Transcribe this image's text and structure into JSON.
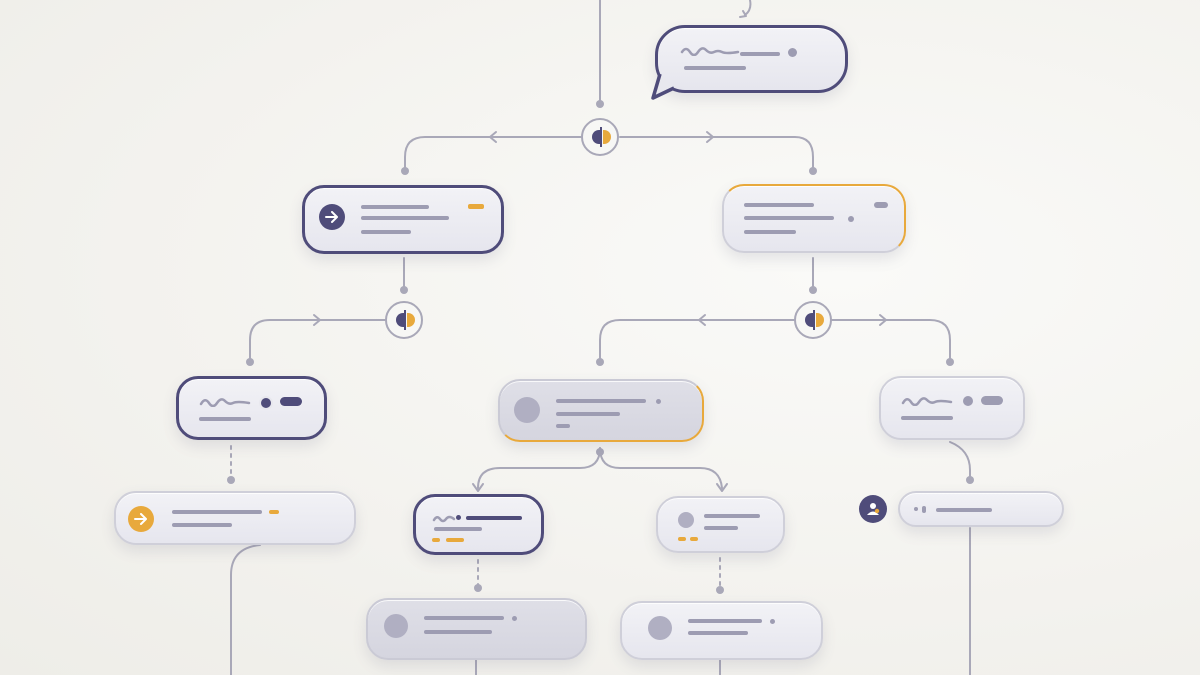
{
  "diagram": {
    "nodes": [
      "bubble",
      "n-left",
      "n-right",
      "n-l2",
      "n-mid",
      "n-r2",
      "n-l3",
      "n-m3a",
      "n-m3b",
      "n-r3",
      "n-b1",
      "n-b2"
    ],
    "junctions": [
      "j-top",
      "j-left",
      "j-right"
    ],
    "colors": {
      "accent_dark": "#4f4c7a",
      "accent_orange": "#e8a93c",
      "line": "#a9a8b8",
      "text_placeholder": "#9d9cb2"
    },
    "icons": {
      "arrow_node_left": "arrow-right-icon",
      "arrow_node_l3": "arrow-right-icon",
      "avatar": "user-icon",
      "junction": "split-icon"
    }
  }
}
